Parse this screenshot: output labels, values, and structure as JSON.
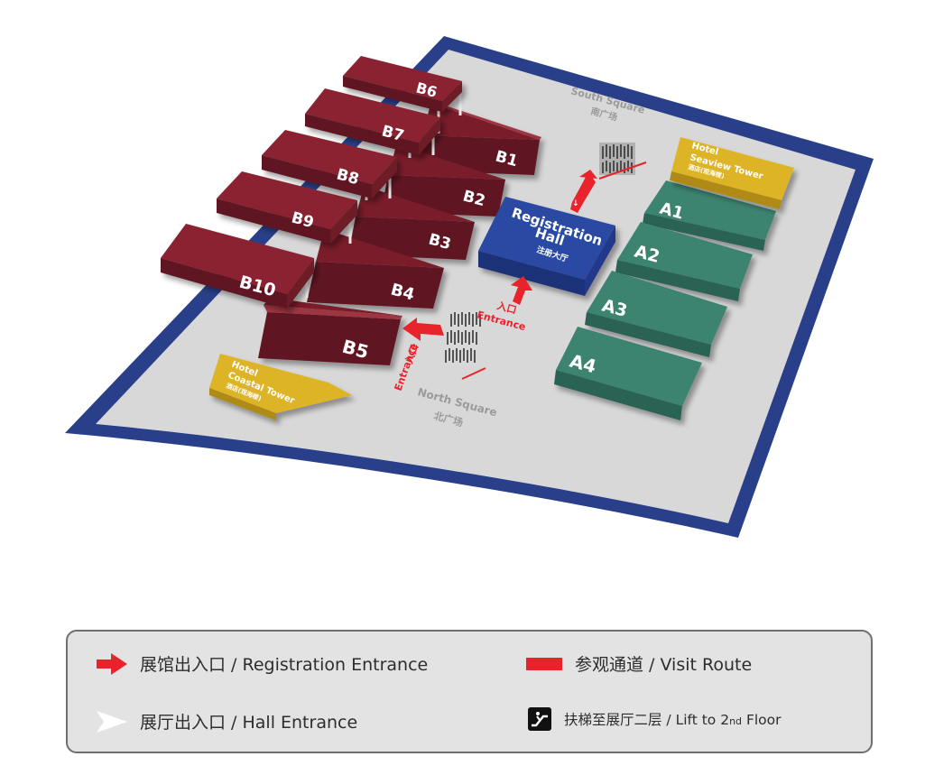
{
  "map": {
    "halls_b": [
      {
        "id": "b1",
        "label": "B1"
      },
      {
        "id": "b2",
        "label": "B2"
      },
      {
        "id": "b3",
        "label": "B3"
      },
      {
        "id": "b4",
        "label": "B4"
      },
      {
        "id": "b5",
        "label": "B5"
      },
      {
        "id": "b6",
        "label": "B6"
      },
      {
        "id": "b7",
        "label": "B7"
      },
      {
        "id": "b8",
        "label": "B8"
      },
      {
        "id": "b9",
        "label": "B9"
      },
      {
        "id": "b10",
        "label": "B10"
      }
    ],
    "halls_a": [
      {
        "id": "a1",
        "label": "A1"
      },
      {
        "id": "a2",
        "label": "A2"
      },
      {
        "id": "a3",
        "label": "A3"
      },
      {
        "id": "a4",
        "label": "A4"
      }
    ],
    "registration": {
      "line1": "Registration",
      "line2": "Hall",
      "cn": "注册大厅"
    },
    "hotel_seaview": {
      "line1": "Hotel",
      "line2": "Seaview Tower",
      "cn": "酒店(观海楼)"
    },
    "hotel_coastal": {
      "line1": "Hotel",
      "line2": "Coastal Tower",
      "cn": "酒店(观海楼)"
    },
    "south_square": {
      "en": "South Square",
      "cn": "南广场"
    },
    "north_square": {
      "en": "North Square",
      "cn": "北广场"
    },
    "entrance": {
      "cn": "入口",
      "en": "Entrance"
    }
  },
  "legend": {
    "registration_entrance": "展馆出入口 / Registration Entrance",
    "visit_route": "参观通道 / Visit Route",
    "hall_entrance": "展厅出入口 / Hall Entrance",
    "lift": {
      "pre": "扶梯至展厅二层 / Lift to 2",
      "sup": "nd",
      "post": " Floor"
    }
  },
  "colors": {
    "hall_b": "#8a2430",
    "hall_a": "#3c8470",
    "registration": "#2b4aa2",
    "hotel": "#ddb428",
    "ground": "#d8d8d8",
    "border": "#2a3f8a",
    "entrance_red": "#e8232b"
  },
  "icons": {
    "registration_entrance": "red-arrow-icon",
    "hall_entrance": "white-arrow-icon",
    "visit_route": "red-bar-icon",
    "lift": "escalator-icon"
  }
}
